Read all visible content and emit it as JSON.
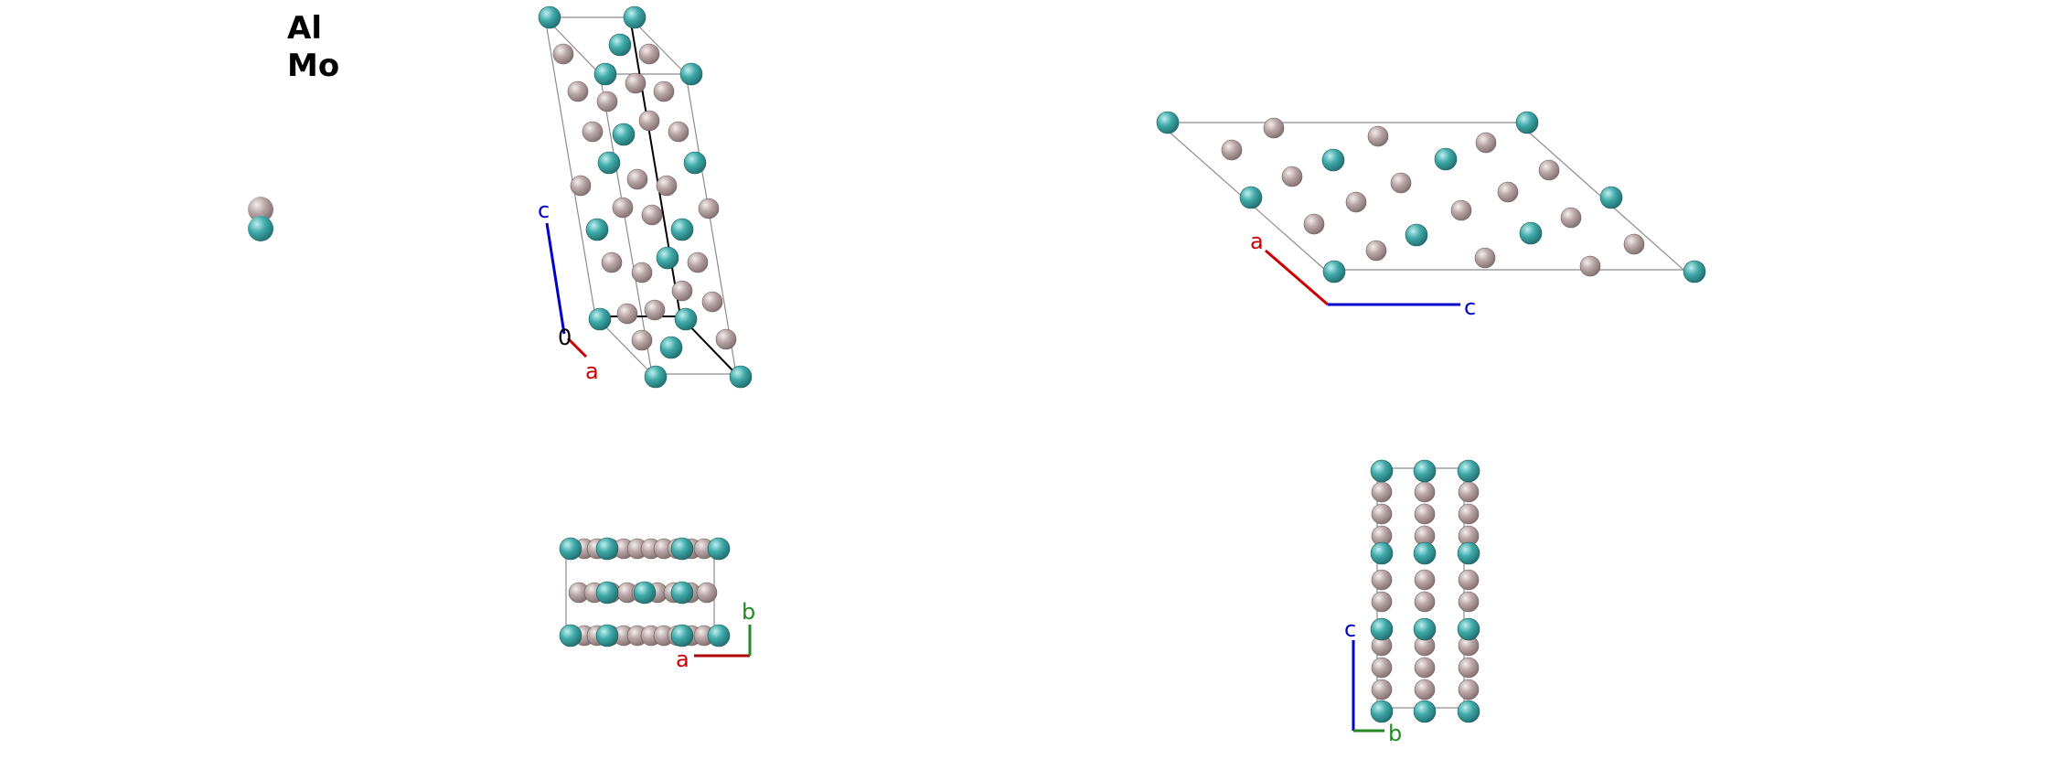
{
  "legend": [
    {
      "label": "Al"
    },
    {
      "label": "Mo"
    }
  ],
  "elements": {
    "Al": {
      "color": "#b8a3a3",
      "highlight": "#efe6e6",
      "shade": "#8d7b7b",
      "name_icon": "al-atom-icon"
    },
    "Mo": {
      "color": "#3fa8a8",
      "highlight": "#b9e6e6",
      "shade": "#287878",
      "name_icon": "mo-atom-icon"
    }
  },
  "axis_colors": {
    "a": "#cc0000",
    "b": "#228b22",
    "c": "#0000cc"
  },
  "views": [
    {
      "name": "perspective-view",
      "axes": [
        {
          "label": "c",
          "color_key": "c"
        },
        {
          "label": "a",
          "color_key": "a"
        }
      ],
      "origin_label": "0"
    },
    {
      "name": "top-view",
      "axes": [
        {
          "label": "a",
          "color_key": "a"
        },
        {
          "label": "c",
          "color_key": "c"
        }
      ]
    },
    {
      "name": "front-view",
      "axes": [
        {
          "label": "b",
          "color_key": "b"
        },
        {
          "label": "a",
          "color_key": "a"
        }
      ]
    },
    {
      "name": "side-view",
      "axes": [
        {
          "label": "c",
          "color_key": "c"
        },
        {
          "label": "b",
          "color_key": "b"
        }
      ]
    }
  ]
}
